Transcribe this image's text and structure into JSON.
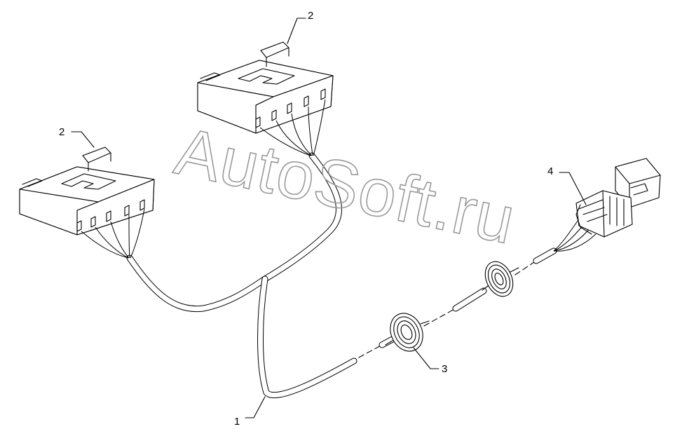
{
  "callouts": [
    {
      "label": "1"
    },
    {
      "label": "2"
    },
    {
      "label": "2"
    },
    {
      "label": "3"
    },
    {
      "label": "4"
    }
  ],
  "watermark": {
    "text": "AutoSoft.ru"
  }
}
